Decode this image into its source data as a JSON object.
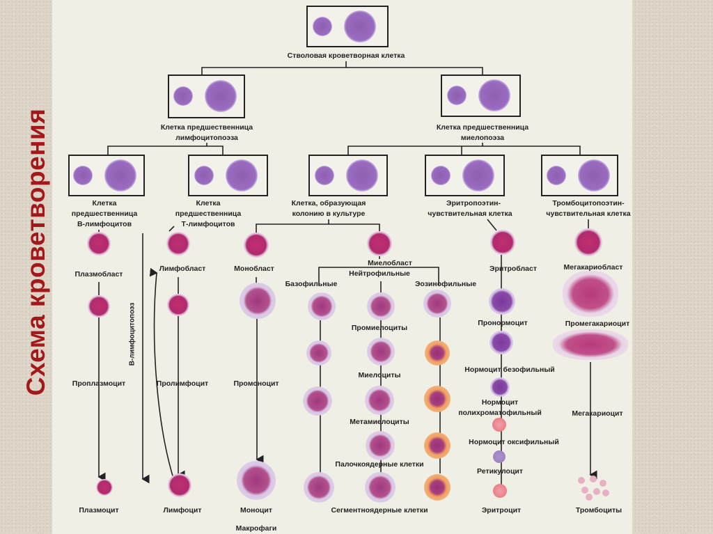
{
  "slide_title": "Схема кроветворения",
  "diagram": {
    "stem": "Стволовая кроветворная клетка",
    "lymph_precursor": [
      "Клетка предшественница",
      "лимфоцитопоэза"
    ],
    "myelo_precursor": [
      "Клетка предшественница",
      "миелопоэза"
    ],
    "b_precursor": [
      "Клетка",
      "предшественница",
      "В-лимфоцитов"
    ],
    "t_precursor": [
      "Клетка",
      "предшественница",
      "Т-лимфоцитов"
    ],
    "cfu": [
      "Клетка, образующая",
      "колонию в культуре"
    ],
    "epo": [
      "Эритропоэтин-",
      "чувствительная клетка"
    ],
    "tpo": [
      "Тромбоцитопоэтин-",
      "чувствительная клетка"
    ],
    "b_lymphopoiesis": "В-лимфоцитопоэз",
    "plasma_column": [
      "Плазмобласт",
      "Проплазмоцит",
      "Плазмоцит"
    ],
    "lymph_column": [
      "Лимфобласт",
      "Пролимфоцит",
      "Лимфоцит"
    ],
    "mono_column": [
      "Монобласт",
      "Промоноцит",
      "Моноцит",
      "Макрофаги"
    ],
    "myelo": {
      "blast": "Миелобласт",
      "neutrophilic": "Нейтрофильные",
      "basophilic": "Базофильные",
      "eosinophilic": "Эозинофильные",
      "stages": [
        "Промиелоциты",
        "Миелоциты",
        "Метамиелоциты",
        "Палочкоядерные клетки",
        "Сегментноядерные клетки"
      ]
    },
    "erythro_column": [
      "Эритробласт",
      "Пронормоцит",
      "Нормоцит безофильный",
      "Нормоцит",
      "полихроматофильный",
      "Нормоцит оксифильный",
      "Ретикулоцит",
      "Эритроцит"
    ],
    "mega_column": [
      "Мегакариобласт",
      "Промегакариоцит",
      "Мегакариоцит",
      "Тромбоциты"
    ]
  },
  "colors": {
    "title": "#a3191b",
    "nucleus": "#b02a6e",
    "cytoplasm": "#d9c6e4",
    "eosinophil": "#f0a060",
    "erythrocyte": "#e8707a"
  }
}
